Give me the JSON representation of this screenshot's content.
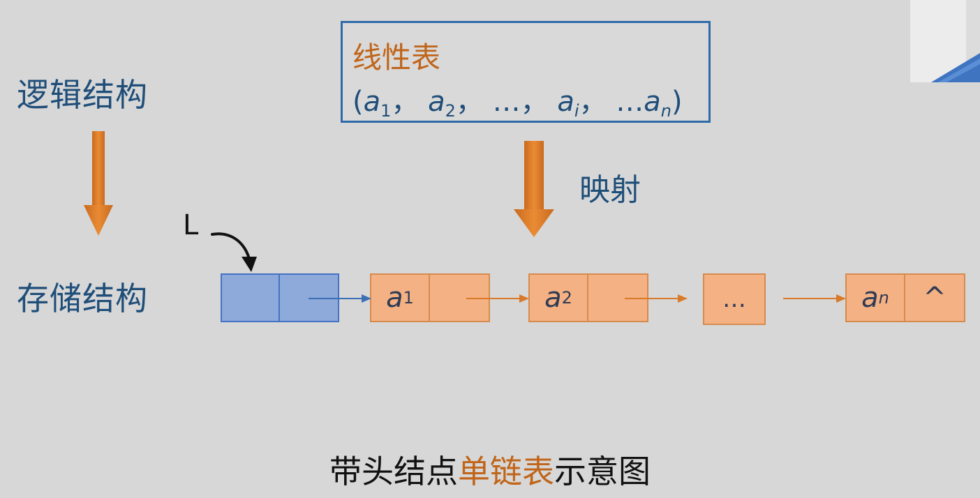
{
  "labels": {
    "logical": "逻辑结构",
    "storage": "存储结构",
    "mapping": "映射",
    "pointer": "L"
  },
  "linear_list": {
    "title": "线性表",
    "open": "(",
    "close": ")",
    "sep": "，",
    "e1": "a",
    "e1_sub": "1",
    "e2": "a",
    "e2_sub": "2",
    "e3": "…",
    "e4": "a",
    "e4_sub": "i",
    "e5_prefix": "…",
    "e5": "a",
    "e5_sub": "n"
  },
  "nodes": {
    "n1": "a",
    "n1_sub": "1",
    "n2": "a",
    "n2_sub": "2",
    "ellipsis": "…",
    "nn": "a",
    "nn_sub": "n",
    "null_mark": "^"
  },
  "caption": {
    "part1": "带头结点",
    "highlight": "单链表",
    "part2": "示意图"
  },
  "colors": {
    "background": "#d7d7d7",
    "blue_text": "#1f4e79",
    "orange_text": "#c0651a",
    "head_node_fill": "#8eaadb",
    "data_node_fill": "#f4b183",
    "arrow_orange": "#d97a2a"
  }
}
